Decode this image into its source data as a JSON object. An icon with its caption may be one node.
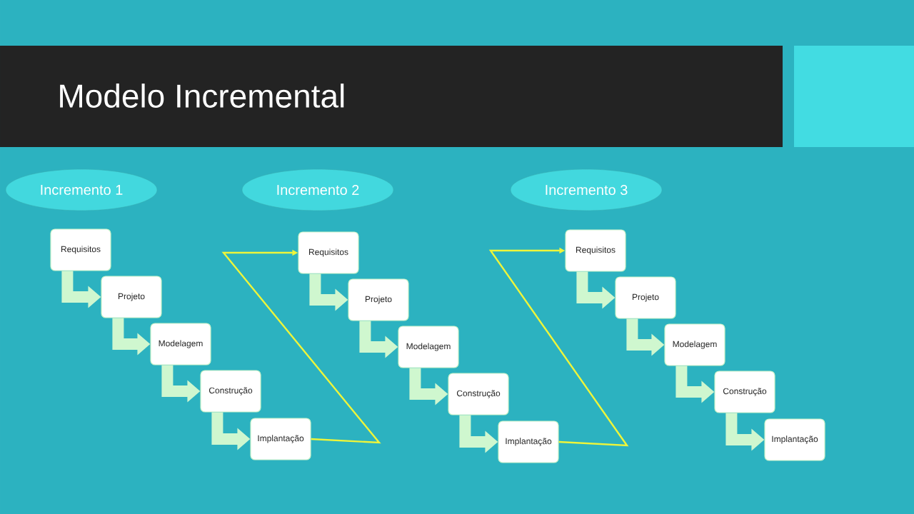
{
  "diagram": {
    "title": "Modelo Incremental",
    "nodes": [
      {
        "text": [
          "Incremento 1"
        ]
      },
      {
        "text": [
          "Incremento 2"
        ]
      },
      {
        "text": [
          "Incremento 3"
        ]
      },
      {
        "text": [
          "Requisitos"
        ]
      },
      {
        "text": [
          "Projeto"
        ]
      },
      {
        "text": [
          "Modelagem"
        ]
      },
      {
        "text": [
          "Construção"
        ]
      },
      {
        "text": [
          "Implantação"
        ]
      },
      {
        "text": [
          "Requisitos"
        ]
      },
      {
        "text": [
          "Projeto"
        ]
      },
      {
        "text": [
          "Modelagem"
        ]
      },
      {
        "text": [
          "Construção"
        ]
      },
      {
        "text": [
          "Implantação"
        ]
      },
      {
        "text": [
          "Requisitos"
        ]
      },
      {
        "text": [
          "Projeto"
        ]
      },
      {
        "text": [
          "Modelagem"
        ]
      },
      {
        "text": [
          "Construção"
        ]
      },
      {
        "text": [
          "Implantação"
        ]
      }
    ],
    "edges": [
      {
        "from": 3,
        "to": 4,
        "arrow": "to"
      },
      {
        "from": 4,
        "to": 5,
        "arrow": "to"
      },
      {
        "from": 5,
        "to": 6,
        "arrow": "to"
      },
      {
        "from": 6,
        "to": 7,
        "arrow": "to"
      },
      {
        "from": 7,
        "to": 8,
        "arrow": "to",
        "color": "#eef53a"
      },
      {
        "from": 8,
        "to": 9,
        "arrow": "to"
      },
      {
        "from": 9,
        "to": 10,
        "arrow": "to"
      },
      {
        "from": 10,
        "to": 11,
        "arrow": "to"
      },
      {
        "from": 11,
        "to": 12,
        "arrow": "to"
      },
      {
        "from": 12,
        "to": 13,
        "arrow": "to",
        "color": "#eef53a"
      },
      {
        "from": 13,
        "to": 14,
        "arrow": "to"
      },
      {
        "from": 14,
        "to": 15,
        "arrow": "to"
      },
      {
        "from": 15,
        "to": 16,
        "arrow": "to"
      },
      {
        "from": 16,
        "to": 17,
        "arrow": "to"
      }
    ]
  }
}
